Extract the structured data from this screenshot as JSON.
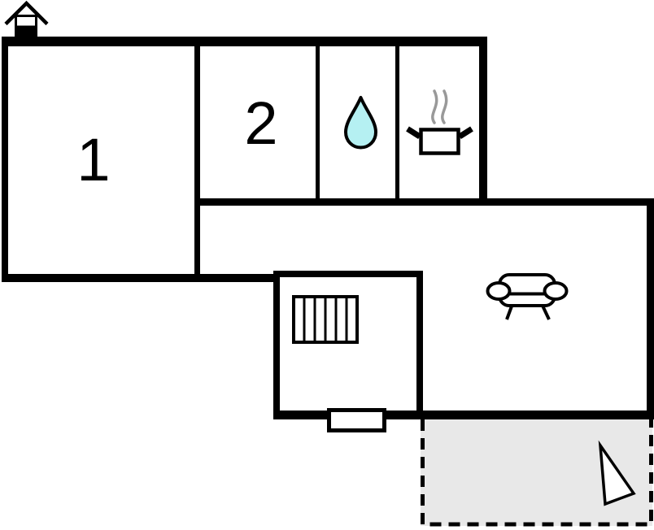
{
  "page": {
    "title": "Holiday home floor plan",
    "background": "#ffffff"
  },
  "colors": {
    "wall": "#000000",
    "room_fill": "#ffffff",
    "terrace_fill": "#e8e8e8",
    "drop_fill": "#b5f0f2",
    "steam": "#999999",
    "icon_fill": "#ffffff",
    "icon_stroke": "#000000"
  },
  "rooms": {
    "bedroom1": {
      "label": "1",
      "icon": ""
    },
    "bedroom2": {
      "label": "2",
      "icon": ""
    },
    "bathroom": {
      "label": "",
      "icon": "water-drop-icon"
    },
    "kitchen": {
      "label": "",
      "icon": "cooking-pot-icon"
    },
    "hallway": {
      "label": "",
      "icon": "stairs-icon"
    },
    "living_room": {
      "label": "",
      "icon": "sofa-icon"
    },
    "terrace": {
      "label": "",
      "icon": "north-arrow-icon"
    },
    "entrance": {
      "label": "",
      "icon": "door-marker"
    }
  },
  "logo": {
    "icon": "house-icon"
  }
}
